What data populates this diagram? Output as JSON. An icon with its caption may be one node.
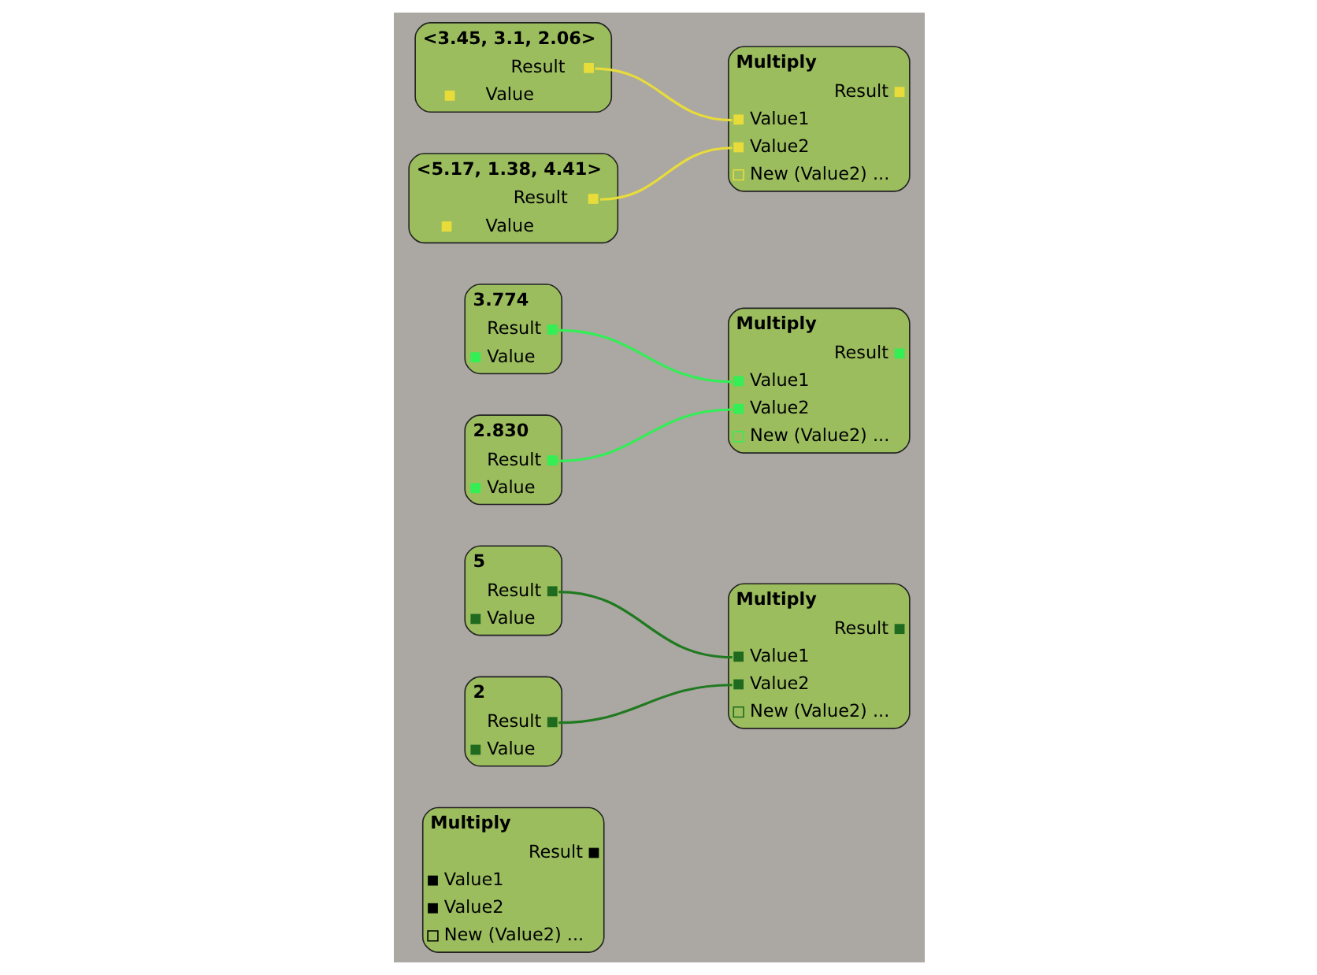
{
  "diagram": {
    "nodes": [
      {
        "text": [
          "Multiply",
          "Result",
          "Value1",
          "Value2",
          "New (Value2) ..."
        ]
      },
      {
        "text": [
          "5",
          "Result",
          "Value"
        ]
      },
      {
        "text": [
          "Multiply",
          "Result",
          "Value1",
          "Value2",
          "New (Value2) ..."
        ]
      },
      {
        "text": [
          "3.774",
          "Result",
          "Value"
        ]
      },
      {
        "text": [
          "Multiply",
          "Result",
          "Value1",
          "Value2",
          "New (Value2) ..."
        ]
      },
      {
        "text": [
          "2",
          "Result",
          "Value"
        ]
      },
      {
        "text": [
          "2.830",
          "Result",
          "Value"
        ]
      },
      {
        "text": [
          "<3.45, 3.1, 2.06>",
          "Result",
          "Value"
        ]
      },
      {
        "text": [
          "Multiply",
          "Result",
          "Value1",
          "Value2",
          "New (Value2) ..."
        ]
      },
      {
        "text": [
          "<5.17, 1.38, 4.41>",
          "Result",
          "Value"
        ]
      }
    ],
    "edges": [
      {
        "from": 1,
        "to": 2,
        "arrow": "none",
        "color": "#1f7a1f"
      },
      {
        "from": 5,
        "to": 2,
        "arrow": "none",
        "color": "#1f7a1f"
      },
      {
        "from": 3,
        "to": 4,
        "arrow": "none",
        "color": "#33ee55"
      },
      {
        "from": 6,
        "to": 4,
        "arrow": "none",
        "color": "#33ee55"
      },
      {
        "from": 7,
        "to": 8,
        "arrow": "none",
        "color": "#e8dc3a"
      },
      {
        "from": 9,
        "to": 8,
        "arrow": "none",
        "color": "#e8dc3a"
      }
    ]
  }
}
